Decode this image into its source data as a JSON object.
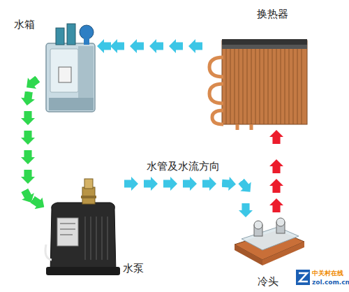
{
  "diagram": {
    "nodes": [
      {
        "text": [
          "水箱"
        ]
      },
      {
        "text": [
          "换热器"
        ]
      },
      {
        "text": [
          "水泵"
        ]
      },
      {
        "text": [
          "冷头"
        ]
      }
    ],
    "edges": [
      {
        "from": 0,
        "to": 2,
        "arrow": "to"
      },
      {
        "from": 2,
        "to": 3,
        "label": "水管及水流方向",
        "arrow": "to"
      },
      {
        "from": 3,
        "to": 1,
        "arrow": "to"
      },
      {
        "from": 1,
        "to": 0,
        "arrow": "to"
      }
    ],
    "labels": [
      "中关村在线",
      "zol.com.cn"
    ]
  }
}
